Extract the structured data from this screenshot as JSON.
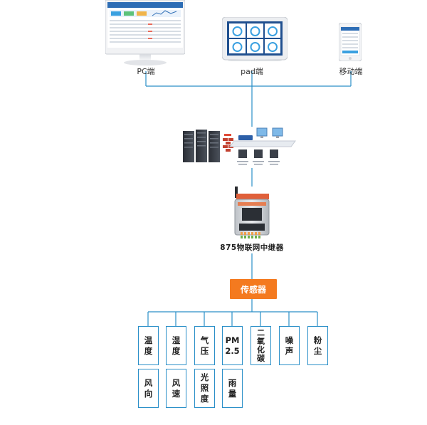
{
  "terminals": {
    "pc": "PC端",
    "pad": "pad端",
    "mobile": "移动端"
  },
  "gateway": {
    "label": "875物联网中继器"
  },
  "sensors": {
    "header": "传感器",
    "row1": [
      "温度",
      "湿度",
      "气压",
      "PM 2.5",
      "二氧化碳",
      "噪声",
      "粉尘"
    ],
    "row2": [
      "风向",
      "风速",
      "光照度",
      "雨量"
    ]
  },
  "colors": {
    "accent": "#f47a1f",
    "line": "#2a8fc8"
  }
}
